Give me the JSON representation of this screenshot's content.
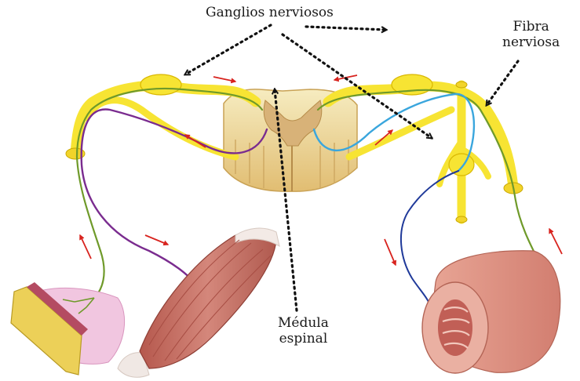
{
  "labels": {
    "ganglios": "Ganglios nerviosos",
    "fibra_line1": "Fibra",
    "fibra_line2": "nerviosa",
    "medula_line1": "Médula",
    "medula_line2": "espinal"
  },
  "colors": {
    "nerve": "#f7e433",
    "nerve_outline": "#d9b700",
    "sensory_fiber": "#6f9a2a",
    "motor_fiber": "#7a2c8f",
    "autonomic_fiber_light": "#3aa6dd",
    "autonomic_fiber_dark": "#203a9a",
    "arrow_red": "#d8231e",
    "cord_white_matter": "#f3e3a6",
    "cord_grey_matter": "#d9b67a",
    "muscle": "#c4756a",
    "intestine": "#e39a8c"
  }
}
